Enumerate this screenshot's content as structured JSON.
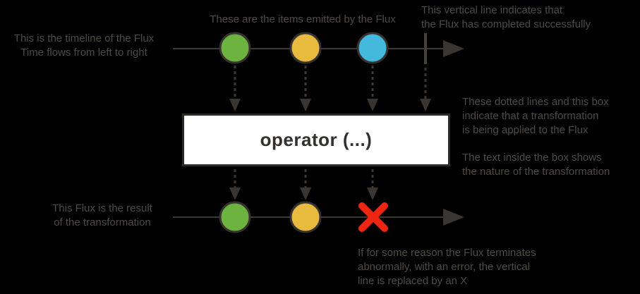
{
  "title": "Flux marble diagram legend",
  "colors": {
    "background": "#000000",
    "annotation_text": "#4f4a44",
    "line": "#3d3833",
    "dotted_line": "#3d3833",
    "arrow": "#3a3531",
    "complete_line": "#45403a",
    "item_green": "#6db33f",
    "item_yellow": "#e8bb3e",
    "item_blue": "#45b8de",
    "item_border": "#363230",
    "error_red": "#ee2611",
    "operator_box_bg": "#ffffff",
    "operator_box_border": "#2b2a28",
    "operator_text": "#323130"
  },
  "annotations": {
    "timeline_label": "This is the timeline of the Flux\nTime flows from left to right",
    "items_label": "These are the items emitted by the Flux",
    "complete_label": "This vertical line indicates that\nthe Flux has completed successfully",
    "transform_label": "These dotted lines and this box\nindicate that a transformation\nis being applied to the Flux",
    "box_text_label": "The text inside the box shows\nthe nature of the transformation",
    "result_label": "This Flux is the result\nof the transformation",
    "error_label": "If for some reason the Flux terminates\nabnormally, with an error, the vertical\nline is replaced by an X"
  },
  "operator": {
    "label": "operator (...)"
  },
  "diagram": {
    "source_flux": {
      "items": [
        "green",
        "yellow",
        "blue"
      ],
      "terminal": "complete"
    },
    "result_flux": {
      "items": [
        "green",
        "yellow"
      ],
      "terminal": "error"
    }
  }
}
